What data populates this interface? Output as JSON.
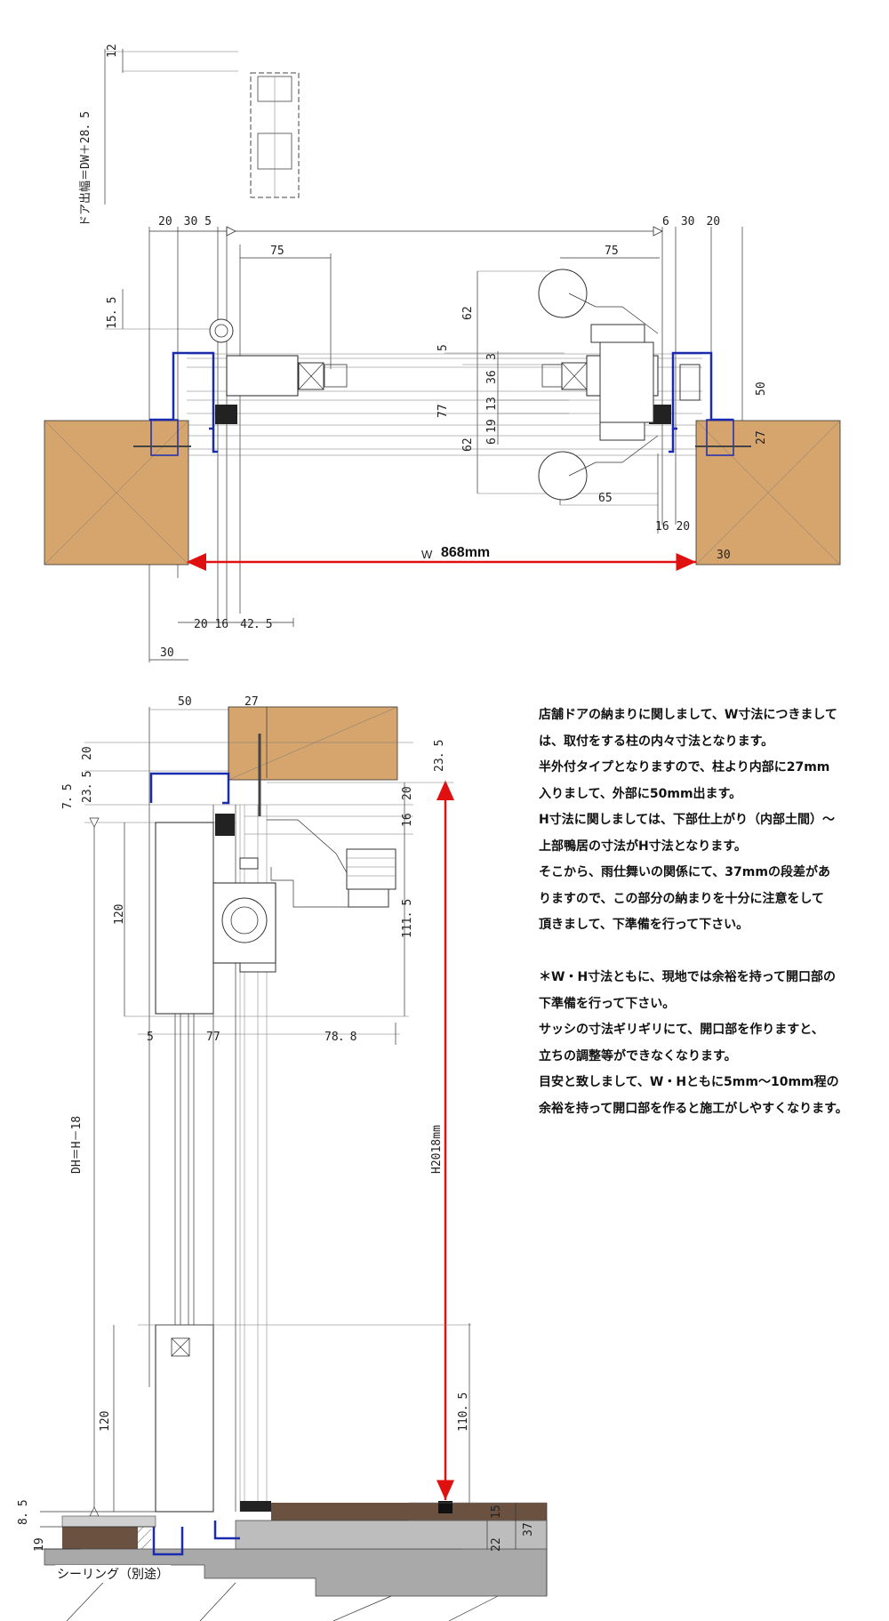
{
  "top_plan": {
    "door_width_label": "ドア出幅＝DW＋28．5",
    "dim_12": "12",
    "dim_15_5": "15．5",
    "dims_top_left": "20　30 5",
    "dims_top_right": "6　30　20",
    "dim_75_left": "75",
    "dim_75_right": "75",
    "dim_62_top": "62",
    "dim_5": "5",
    "dim_3": "3",
    "dim_36": "36",
    "dim_77": "77",
    "dim_13": "13",
    "dim_19": "19",
    "dim_6": "6",
    "dim_62_bottom": "62",
    "dim_50": "50",
    "dim_27": "27",
    "dim_65": "65",
    "dim_16_20": "16 20",
    "dim_30_right": "30",
    "dims_bottom_left": "20 16　42．5",
    "dim_30_left": "30",
    "w_prefix": "W",
    "w_value": "868mm"
  },
  "section": {
    "dim_50": "50",
    "dim_27": "27",
    "dim_20_left": "20",
    "dim_23_5_left": "23．5",
    "dim_7_5": "7．5",
    "dim_23_5_right": "23．5",
    "dim_20_right": "20",
    "dim_16": "16",
    "dim_111_5": "111．5",
    "dim_120_top": "120",
    "dim_5": "5",
    "dim_77": "77",
    "dim_78_8": "78．8",
    "dh_label": "DH＝H－18",
    "h_label": "H2018mm",
    "dim_120_bottom": "120",
    "dim_110_5": "110．5",
    "dim_8_5": "8．5",
    "dim_19": "19",
    "dim_15": "15",
    "dim_37": "37",
    "dim_22": "22",
    "sealing_label": "シーリング（別途）"
  },
  "notes": [
    "店舗ドアの納まりに関しまして、W寸法につきまして",
    "は、取付をする柱の内々寸法となります。",
    "半外付タイプとなりますので、柱より内部に27mm",
    "入りまして、外部に50mm出ます。",
    "H寸法に関しましては、下部仕上がり（内部土間）～",
    "上部鴨居の寸法がH寸法となります。",
    "そこから、雨仕舞いの関係にて、37mmの段差があ",
    "りますので、この部分の納まりを十分に注意をして",
    "頂きまして、下準備を行って下さい。",
    "",
    "＊W・H寸法ともに、現地では余裕を持って開口部の",
    "下準備を行って下さい。",
    "サッシの寸法ギリギリにて、開口部を作りますと、",
    "立ちの調整等ができなくなります。",
    "目安と致しまして、W・Hともに5mm～10mm程の",
    "余裕を持って開口部を作ると施工がしやすくなります。"
  ],
  "colors": {
    "wood": "#d6a56e",
    "profile_blue": "#1a2bb0",
    "dimension_red": "#e01010",
    "floor_brown": "#6b5140",
    "concrete": "#a9a9a9"
  }
}
